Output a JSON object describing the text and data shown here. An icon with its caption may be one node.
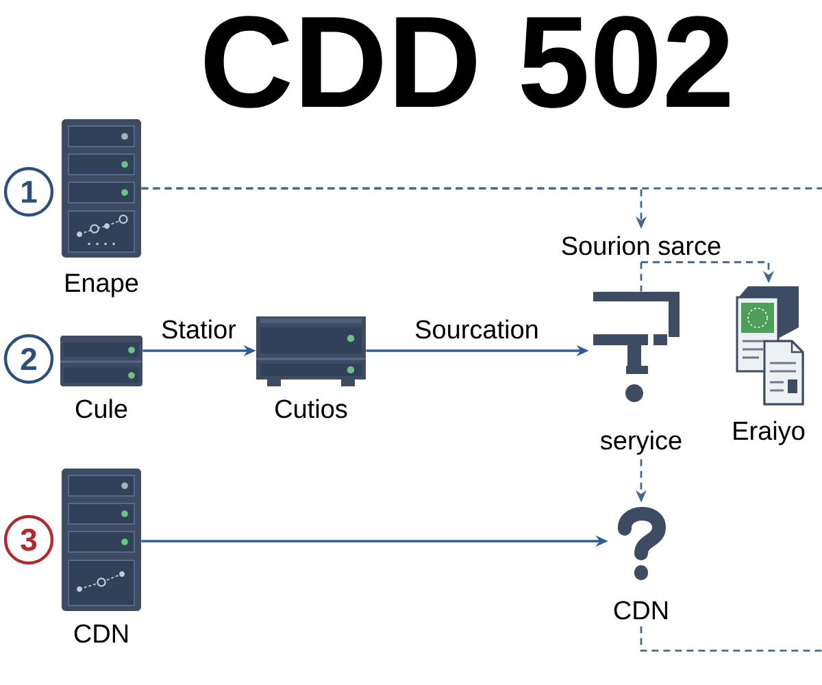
{
  "diagram": {
    "title": "CDD 502",
    "nodes": [
      {
        "text": [
          "1"
        ]
      },
      {
        "text": [
          "Enape"
        ]
      },
      {
        "text": [
          "Sourion sarce"
        ]
      },
      {
        "text": [
          "2"
        ]
      },
      {
        "text": [
          "Cule"
        ]
      },
      {
        "text": [
          "Cutios"
        ]
      },
      {
        "text": [
          "seryice"
        ]
      },
      {
        "text": [
          "Eraiyo"
        ]
      },
      {
        "text": [
          "3"
        ]
      },
      {
        "text": [
          "CDN"
        ]
      },
      {
        "text": [
          "CDN"
        ]
      }
    ],
    "edges": [
      {
        "from": 1,
        "to": 2,
        "arrow": "to",
        "style": "dashed"
      },
      {
        "from": 1,
        "to": null,
        "arrow": "none",
        "style": "dashed"
      },
      {
        "from": 2,
        "to": 7,
        "arrow": "to",
        "style": "dashed"
      },
      {
        "from": 2,
        "to": 6,
        "arrow": "none",
        "style": "dashed"
      },
      {
        "from": 4,
        "to": 5,
        "arrow": "to",
        "label": "Statior"
      },
      {
        "from": 5,
        "to": 6,
        "arrow": "to",
        "label": "Sourcation"
      },
      {
        "from": 6,
        "to": 10,
        "arrow": "to",
        "style": "dashed"
      },
      {
        "from": 9,
        "to": 10,
        "arrow": "to"
      },
      {
        "from": 10,
        "to": null,
        "arrow": "none",
        "style": "dashed"
      }
    ]
  }
}
